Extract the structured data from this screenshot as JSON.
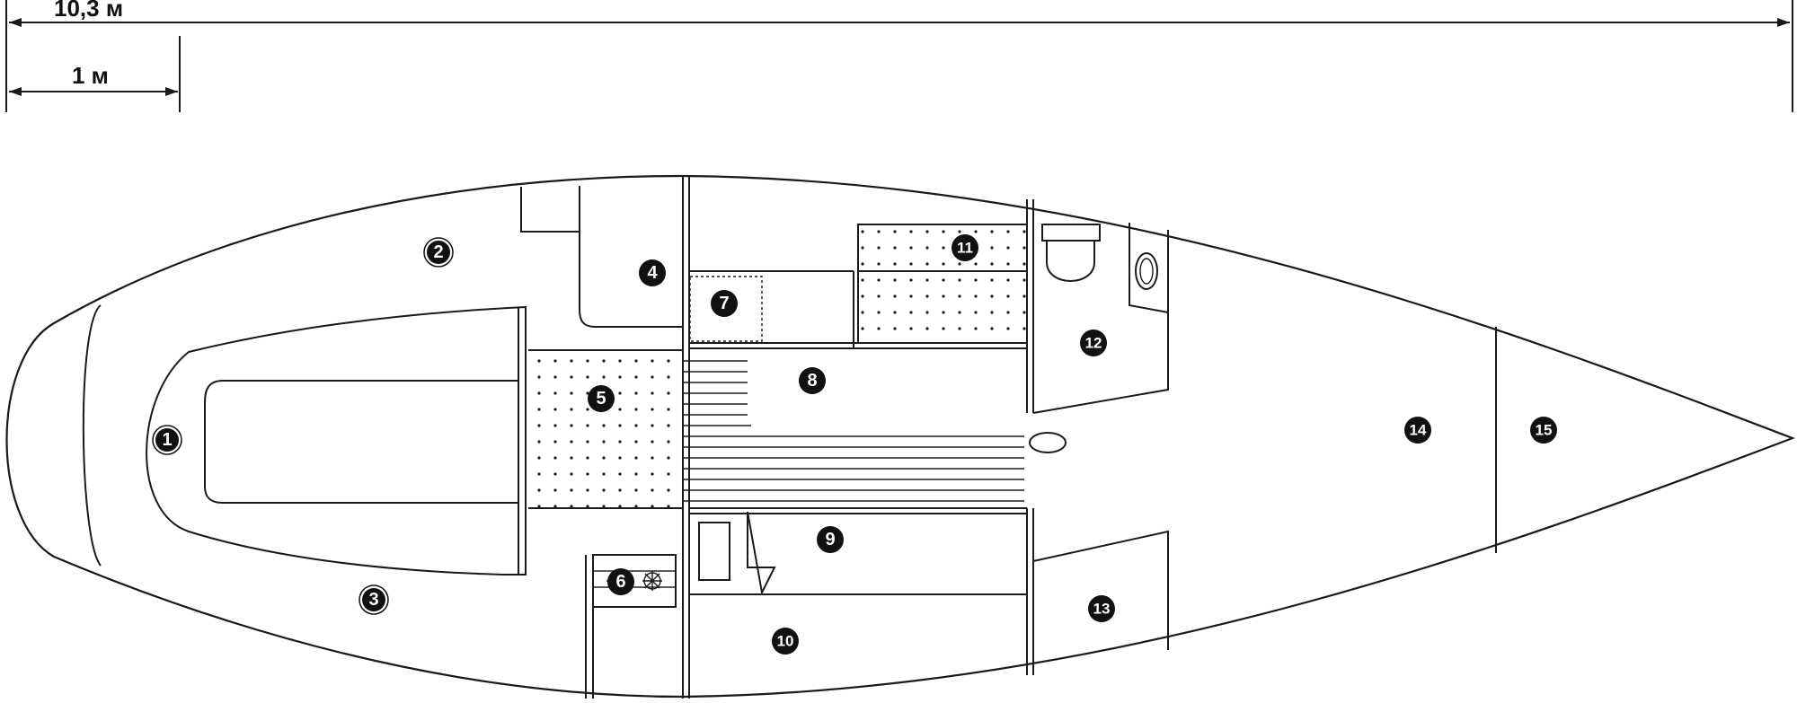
{
  "dimensions": {
    "overall_length_label": "10,3 м",
    "scale_label": "1 м"
  },
  "markers": [
    "1",
    "2",
    "3",
    "4",
    "5",
    "6",
    "7",
    "8",
    "9",
    "10",
    "11",
    "12",
    "13",
    "14",
    "15"
  ],
  "colors": {
    "line": "#1a1a1a",
    "marker_fill": "#111111",
    "background": "#ffffff"
  }
}
